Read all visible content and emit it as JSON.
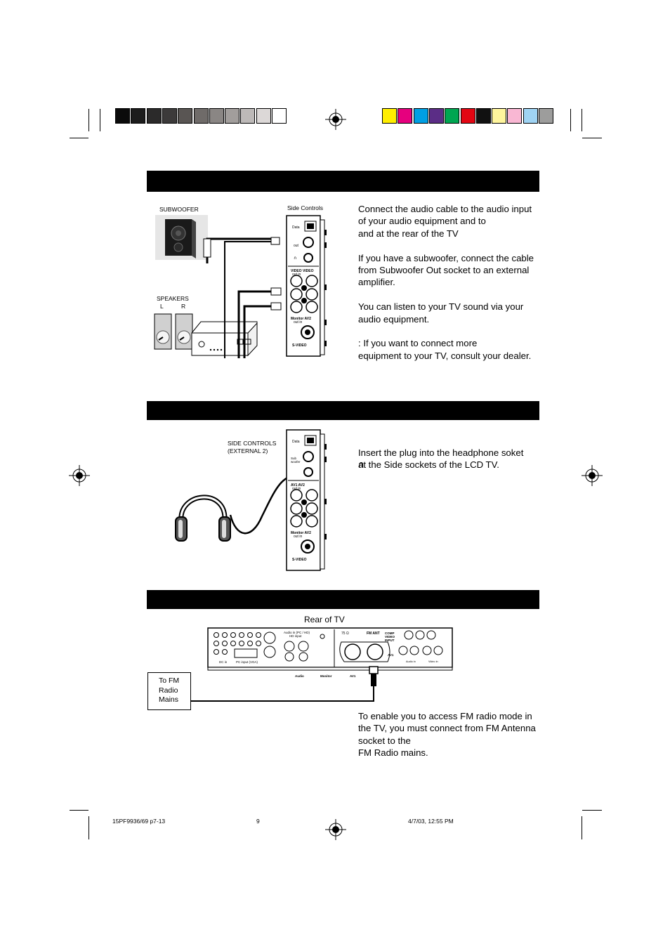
{
  "color_bar": {
    "grays": [
      "#0b0b0b",
      "#1c1c1c",
      "#2b2a2a",
      "#3c3a3a",
      "#595553",
      "#6f6b69",
      "#8a8684",
      "#a29e9c",
      "#bdb9b8",
      "#dcd8d7",
      "#ffffff"
    ],
    "colors": [
      "#ffee00",
      "#e6007e",
      "#009fe3",
      "#5b2d86",
      "#00a651",
      "#e30613",
      "#111111",
      "#fff59d",
      "#f9b7d3",
      "#9fd3f3",
      "#9d9d9c"
    ]
  },
  "section1": {
    "subwoofer_label": "SUBWOOFER",
    "side_controls_label": "Side Controls",
    "speakers_label": "SPEAKERS",
    "speaker_l": "L",
    "speaker_r": "R",
    "panel_labels": [
      "Data",
      "out",
      "VIDEO out",
      "VIDEO in",
      "Monitor out",
      "AV2 in",
      "S-VIDEO"
    ],
    "text": "Connect the audio cable to the audio input\nof your audio equipment and to\nand     at the rear of the TV\n\nIf you have a subwoofer, connect the cable\nfrom Subwoofer Out socket to an external\namplifier.\n\nYou can listen to your TV sound via your\n audio equipment.\n\n              : If you want to connect more\nequipment to your TV, consult your dealer."
  },
  "section2": {
    "side_controls_label": "SIDE CONTROLS\n(EXTERNAL 2)",
    "panel_labels": [
      "Data",
      "Sub woofer out",
      "AV1 out",
      "AV2 in",
      "Monitor out",
      "AV2 in",
      "S-VIDEO"
    ],
    "text": "Insert the plug into the headphone soket\n     at the Side sockets of the LCD TV."
  },
  "section3": {
    "rear_label": "Rear of TV",
    "box_label": "To FM\nRadio\nMains",
    "panel_labels": [
      "Audio in (PC / HD)",
      "HD input",
      "75 Ω",
      "FM ANT",
      "COMP VIDEO INPUT",
      "AV1",
      "DC in",
      "PC input (VGA)",
      "Audio in",
      "Video in",
      "Audio out",
      "Monitor out",
      "AV1 in"
    ],
    "text": "To enable you to access FM radio mode in\nthe TV, you must connect from  FM Antenna\nsocket to the\nFM Radio mains."
  },
  "footer": {
    "left": "15PF9936/69 p7-13",
    "center": "9",
    "right": "4/7/03, 12:55 PM"
  }
}
